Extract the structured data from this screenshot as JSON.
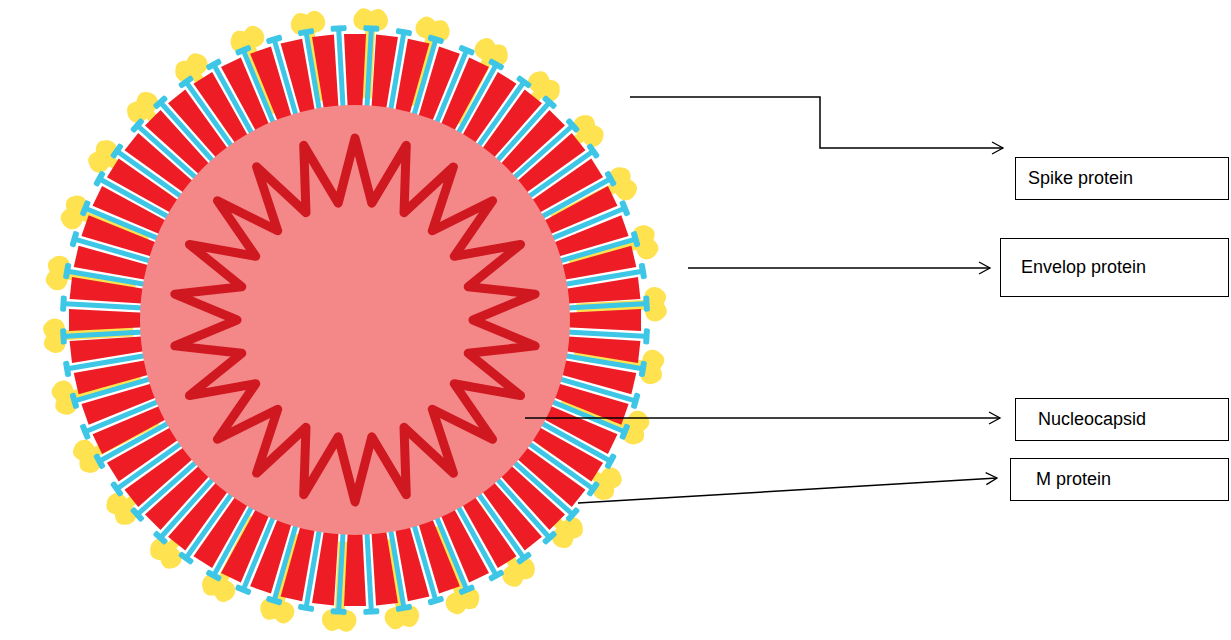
{
  "diagram": {
    "nodes": [
      {
        "text": [
          "Spike protein"
        ]
      },
      {
        "text": [
          "Envelop protein"
        ]
      },
      {
        "text": [
          "Nucleocapsid"
        ]
      },
      {
        "text": [
          "M protein"
        ]
      }
    ]
  }
}
